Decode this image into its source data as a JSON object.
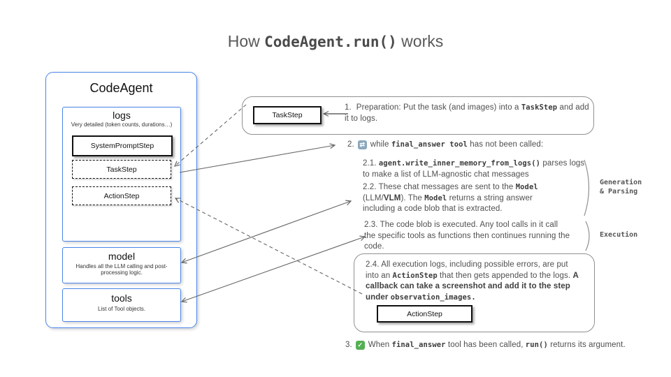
{
  "title": {
    "prefix": "How ",
    "code": "CodeAgent.run()",
    "suffix": " works"
  },
  "agent_panel": {
    "title": "CodeAgent",
    "logs": {
      "title": "logs",
      "subtitle": "Very detailed (token counts, durations…)",
      "steps": [
        {
          "label": "SystemPromptStep",
          "style": "solid"
        },
        {
          "label": "TaskStep",
          "style": "dashed"
        },
        {
          "label": "ActionStep",
          "style": "dashed"
        }
      ]
    },
    "model": {
      "title": "model",
      "subtitle": "Handles all the LLM calling and post-processing logic."
    },
    "tools": {
      "title": "tools",
      "subtitle": "List of Tool objects."
    }
  },
  "flow": {
    "step1": {
      "box_label": "TaskStep",
      "num": "1.",
      "t1": "Preparation: Put the task (and images) into a ",
      "c1": "TaskStep",
      "t2": " and add it to logs."
    },
    "step2": {
      "num": "2.",
      "icon_glyph": "⇄",
      "t1": "while ",
      "c1": "final_answer tool",
      "t2": " has not been called:"
    },
    "step21": {
      "t1": "2.1.  ",
      "c1": "agent.write_inner_memory_from_logs()",
      "t2": " parses logs to make a list of LLM-agnostic chat messages"
    },
    "step22": {
      "t1": "2.2. These chat messages are sent to the ",
      "c1": "Model",
      "t2": " (LLM/",
      "b1": "VLM",
      "t3": "). The ",
      "c2": "Model",
      "t4": " returns a string answer including a code blob that is extracted."
    },
    "label_generation_1": "Generation",
    "label_generation_2": "& Parsing",
    "step23": {
      "t1": "2.3. The code blob is executed. Any tool calls in it call the specific tools as functions then continues running the code."
    },
    "label_execution": "Execution",
    "step24": {
      "t1": "2.4. All execution logs, including possible errors, are put into an ",
      "c1": "ActionStep",
      "t2": " that then gets appended to the logs. ",
      "b1": "A callback can take a screenshot and add it to the step under ",
      "c2": "observation_images.",
      "box_label": "ActionStep"
    },
    "step3": {
      "num": "3.",
      "icon_glyph": "✓",
      "t1": "When ",
      "c1": "final_answer",
      "t2": " tool has been called, ",
      "c2": "run()",
      "t3": " returns its argument."
    }
  },
  "colors": {
    "accent_blue": "#4a86e8",
    "loop_icon_bg": "#8ba7bd",
    "check_icon_bg": "#55b054",
    "line_gray": "#666666",
    "border_gray": "#909090",
    "text_gray": "#4f4f4f"
  }
}
